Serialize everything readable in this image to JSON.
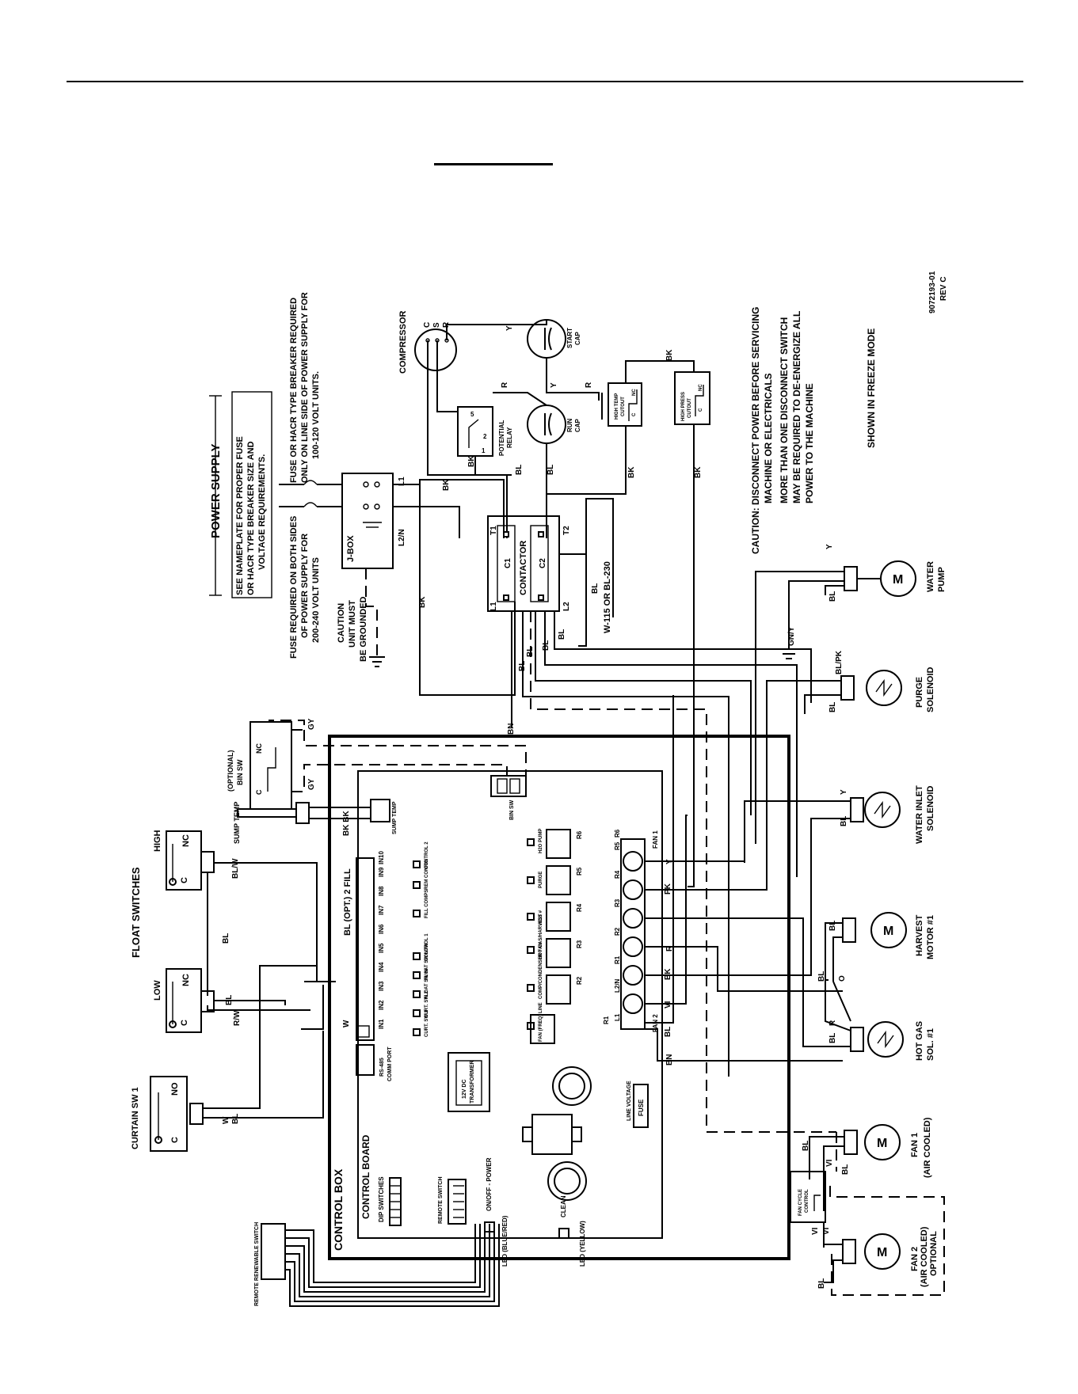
{
  "power_supply": {
    "title": "POWER SUPPLY",
    "note_1": "SEE NAMEPLATE FOR PROPER FUSE",
    "note_2": "OR HACR TYPE BREAKER SIZE AND",
    "note_3": "VOLTAGE REQUIREMENTS.",
    "fuse_top_1": "FUSE OR HACR TYPE BREAKER REQUIRED",
    "fuse_top_2": "ONLY ON LINE SIDE OF POWER SUPPLY FOR",
    "fuse_top_3": "100-120 VOLT UNITS.",
    "fuse_bot_1": "FUSE REQUIRED ON BOTH SIDES",
    "fuse_bot_2": "OF POWER SUPPLY FOR",
    "fuse_bot_3": "200-240 VOLT UNITS",
    "jbox": "J-BOX",
    "l1": "L1",
    "l2n": "L2/N"
  },
  "ground_caution": {
    "line_1": "CAUTION",
    "line_2": "UNIT MUST",
    "line_3": "BE GROUNDED"
  },
  "compressor": {
    "label": "COMPRESSOR",
    "c": "C",
    "s": "S",
    "r": "R"
  },
  "potential_relay": {
    "label_1": "POTENTIAL",
    "label_2": "RELAY",
    "p1": "1",
    "p2": "2",
    "p5": "5"
  },
  "start_cap": {
    "label_1": "START",
    "label_2": "CAP"
  },
  "run_cap": {
    "label_1": "RUN",
    "label_2": "CAP"
  },
  "high_temp_cutout": {
    "label_1": "HIGH TEMP",
    "label_2": "CUTOUT",
    "c": "C",
    "nc": "NC"
  },
  "high_pressure_cutout": {
    "label_1": "HIGH PRESS",
    "label_2": "CUTOUT",
    "c": "C",
    "nc": "NC"
  },
  "contactor": {
    "label": "CONTACTOR",
    "t1": "T1",
    "t2": "T2",
    "l1": "L1",
    "l2": "L2",
    "c1": "C1",
    "c2": "C2"
  },
  "coil_note": "W-115 OR BL-230",
  "caution_note": {
    "line_1": "CAUTION: DISCONNECT POWER BEFORE SERVICING",
    "line_2": "MACHINE OR ELECTRICALS",
    "line_3": "MORE THAN ONE DISCONNECT SWITCH",
    "line_4": "MAY BE REQUIRED TO DE-ENERGIZE ALL",
    "line_5": "POWER TO THE MACHINE"
  },
  "mode_note": "SHOWN IN FREEZE MODE",
  "drawing_number": {
    "number": "9072193-01",
    "rev": "REV C"
  },
  "components": {
    "water_pump": {
      "line_1": "WATER",
      "line_2": "PUMP"
    },
    "purge_solenoid": {
      "line_1": "PURGE",
      "line_2": "SOLENOID"
    },
    "water_inlet_solenoid": {
      "line_1": "WATER INLET",
      "line_2": "SOLENOID"
    },
    "harvest_motor": {
      "line_1": "HARVEST",
      "line_2": "MOTOR #1"
    },
    "hot_gas_sol": {
      "line_1": "HOT GAS",
      "line_2": "SOL. #1"
    },
    "fan_1": {
      "line_1": "FAN 1",
      "line_2": "(AIR COOLED)"
    },
    "fan_2": {
      "line_1": "FAN 2",
      "line_2": "(AIR COOLED)",
      "line_3": "OPTIONAL"
    },
    "fan_cycle_control": {
      "line_1": "FAN CYCLE",
      "line_2": "CONTROL"
    },
    "motor_symbol": "M"
  },
  "wire_colors": {
    "y": "Y",
    "r": "R",
    "bk": "BK",
    "bl": "BL",
    "w": "W",
    "bn": "BN",
    "pk": "PK",
    "vi": "VI",
    "o": "O",
    "gny": "GN/Y",
    "blpk": "BL/PK",
    "blw": "BL/W",
    "rw": "R/W",
    "gy": "GY",
    "bkbk": "BK BK"
  },
  "control_box": {
    "label": "CONTROL BOX",
    "board_label": "CONTROL BOARD",
    "dip_switches": "DIP SWITCHES",
    "remote_switch": "REMOTE SWITCH",
    "onoff": "ON/OFF - POWER",
    "led_blue": "LED (BLUE/RED)",
    "clean": "CLEAN",
    "led_yellow": "LED (YELLOW)",
    "line_voltage": "LINE VOLTAGE",
    "fuse": "FUSE",
    "transformer_1": "12V DC",
    "transformer_2": "TRANSFORMER",
    "comm_port_1": "RS-485",
    "comm_port_2": "COMM PORT",
    "fan_1": "FAN 1",
    "fan_2": "FAN 2",
    "bin_sw": "BIN SW",
    "sump_temp": "SUMP TEMP",
    "fill_2_label": "BL (OPT.) 2 FILL",
    "inputs": [
      "IN1",
      "IN2",
      "IN3",
      "IN4",
      "IN5",
      "IN6",
      "IN7",
      "IN8",
      "IN9",
      "IN10"
    ],
    "relays": [
      "R1",
      "R2",
      "R3",
      "R4",
      "R5",
      "R6"
    ],
    "outputs": [
      "L1",
      "L2/N",
      "R1",
      "R2",
      "R3",
      "R4",
      "R5",
      "R6"
    ],
    "leds_left": [
      "CURT. SW 1",
      "CURT. SW 2",
      "FLOAT SW HI",
      "FLOAT SW LOW",
      "CONTROL 1",
      "FILL COMPS",
      "REM CONFIG",
      "CONTROL 2"
    ],
    "leds_right": [
      "FAN (FREQ) LINE",
      "COMP/CONDENSER FAN",
      "HOT GAS/HARVEST",
      "HGS #",
      "PURGE",
      "H2O PUMP"
    ]
  },
  "float_switches": {
    "title": "FLOAT SWITCHES",
    "high": "HIGH",
    "low": "LOW",
    "c": "C",
    "nc": "NC"
  },
  "curtain_sw": {
    "label": "CURTAIN SW 1",
    "c": "C",
    "no": "NO"
  },
  "bin_switch_opt": {
    "line_1": "(OPTIONAL)",
    "line_2": "BIN SW",
    "c": "C",
    "nc": "NC"
  },
  "sump_temp_probe": "SUMP TEMP",
  "remote_renewable_switch": "REMOTE RENEWABLE SWITCH"
}
